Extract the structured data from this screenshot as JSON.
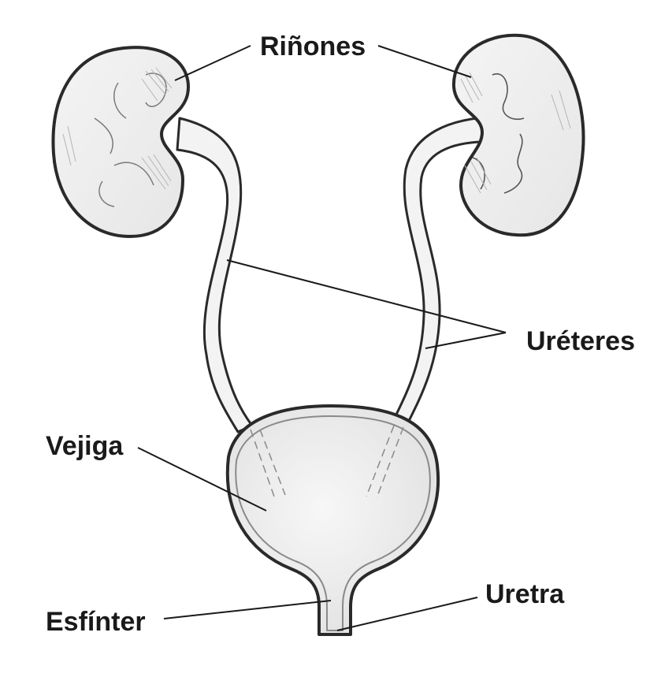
{
  "labels": {
    "kidneys": "Riñones",
    "ureters": "Uréteres",
    "bladder": "Vejiga",
    "sphincter": "Esfínter",
    "urethra": "Uretra"
  },
  "colors": {
    "outline": "#2a2a2a",
    "organ_fill": "#f2f2f2",
    "shading": "#b5b5b5",
    "leader": "#1a1a1a"
  }
}
